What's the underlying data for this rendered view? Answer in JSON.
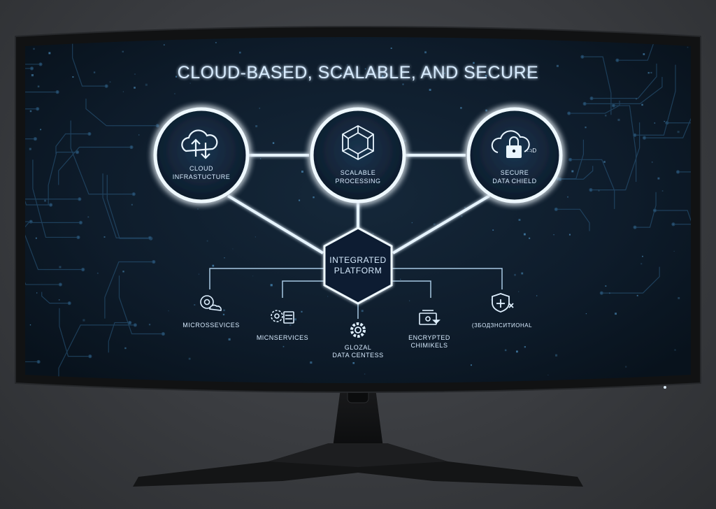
{
  "screen": {
    "title": "CLOUD-BASED, SCALABLE, AND SECURE"
  },
  "pillars": [
    {
      "line1": "CLOUD",
      "line2": "INFRASTUCTURE",
      "icon": "cloud-upload-download-icon"
    },
    {
      "line1": "SCALABLE",
      "line2": "PROCESSING",
      "icon": "hexagon-network-icon"
    },
    {
      "line1": "SECURE",
      "line2": "DATA CHIELD",
      "icon": "cloud-lock-icon"
    }
  ],
  "hub": {
    "line1": "INTEGRATED",
    "line2": "PLATFORM"
  },
  "modules": [
    {
      "line1": "MICROSSEVICES",
      "line2": "",
      "icon": "gear-cloud-icon"
    },
    {
      "line1": "MICNSERVICES",
      "line2": "",
      "icon": "gears-server-icon"
    },
    {
      "line1": "GLOZAL",
      "line2": "DATA CENTESS",
      "icon": "gear-icon"
    },
    {
      "line1": "ENCRYPTED",
      "line2": "CHIMIKELS",
      "icon": "lock-device-icon"
    },
    {
      "line1": "(ЗБОДЗНСИТИОНАL",
      "line2": "",
      "icon": "shield-icon"
    }
  ],
  "colors": {
    "accent": "#7fc8ff",
    "screen_bg": "#0d1a28",
    "bezel": "#121314"
  }
}
